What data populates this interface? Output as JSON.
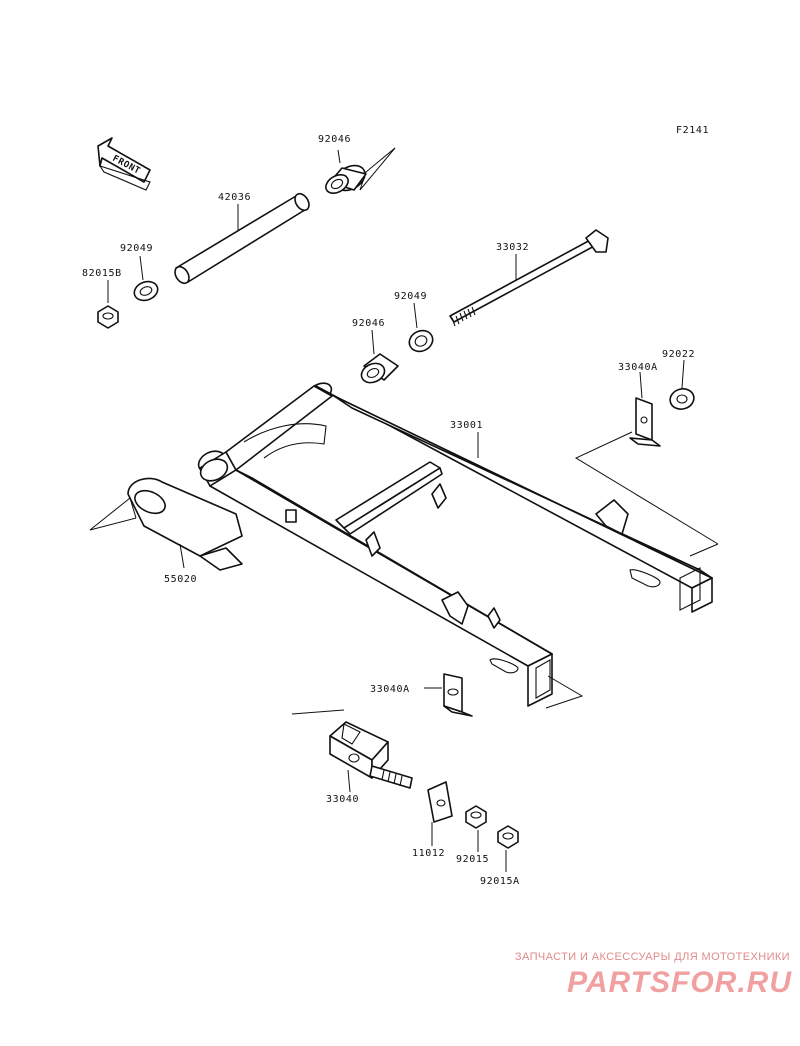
{
  "figure_code": "F2141",
  "front_label": "FRONT",
  "parts": {
    "p92046_top": "92046",
    "p42036": "42036",
    "p92049_left": "92049",
    "p82015b": "82015B",
    "p33032": "33032",
    "p92049_mid": "92049",
    "p92046_mid": "92046",
    "p33040a_top": "33040A",
    "p92022": "92022",
    "p33001": "33001",
    "p55020": "55020",
    "p33040a_bottom": "33040A",
    "p33040": "33040",
    "p11012": "11012",
    "p92015": "92015",
    "p92015a": "92015A"
  },
  "watermark": {
    "tagline": "ЗАПЧАСТИ И АКСЕССУАРЫ ДЛЯ МОТОТЕХНИКИ",
    "brand": "PARTSFOR.RU"
  }
}
